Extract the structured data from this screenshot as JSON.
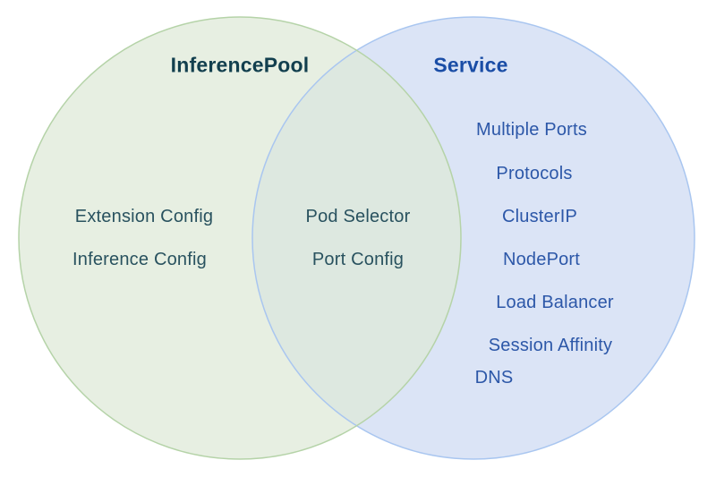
{
  "theme": {
    "background": "#ffffff",
    "left_fill": "rgba(222,233,215,0.72)",
    "left_stroke": "#b5d3a8",
    "left_title_color": "#123f4e",
    "left_item_color": "#29525f",
    "right_fill": "#dbe4f6",
    "right_stroke": "#a9c6f0",
    "right_title_color": "#1a4da6",
    "right_item_color": "#2c57a8"
  },
  "venn": {
    "left": {
      "title": "InferencePool",
      "items": [
        "Extension Config",
        "Inference Config"
      ]
    },
    "right": {
      "title": "Service",
      "items": [
        "Multiple Ports",
        "Protocols",
        "ClusterIP",
        "NodePort",
        "Load Balancer",
        "Session Affinity",
        "DNS"
      ]
    },
    "intersection": {
      "items": [
        "Pod Selector",
        "Port Config"
      ]
    }
  }
}
